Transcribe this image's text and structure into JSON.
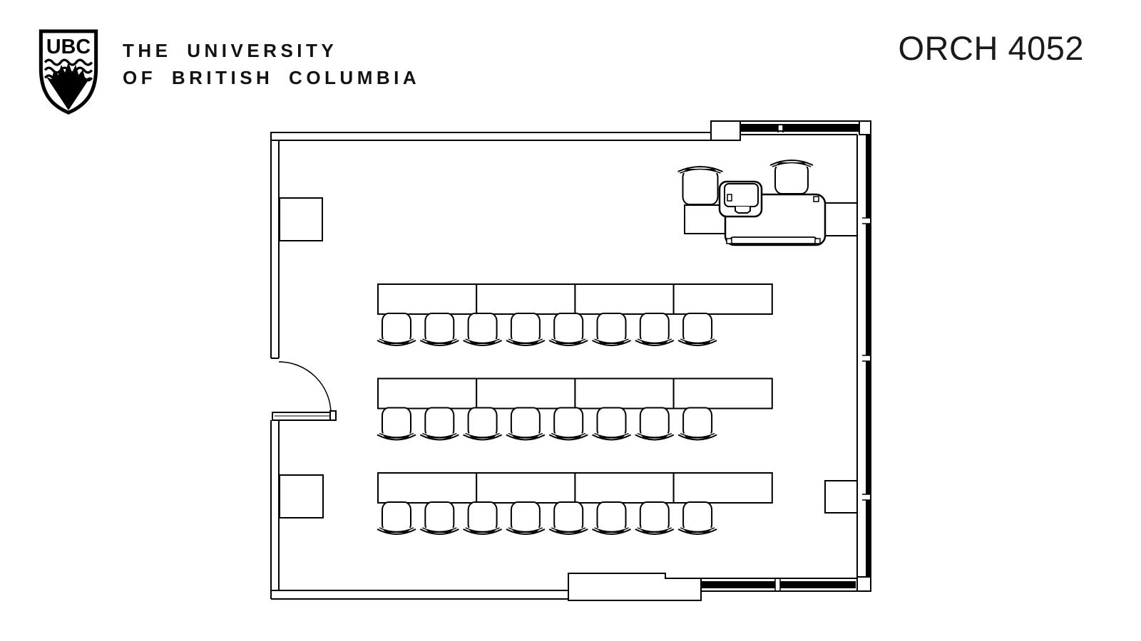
{
  "header": {
    "logo_acronym": "UBC",
    "wordmark_line1": "THE UNIVERSITY",
    "wordmark_line2": "OF BRITISH COLUMBIA",
    "room_title": "ORCH 4052"
  },
  "floor_plan": {
    "room_type": "classroom",
    "colors": {
      "line": "#000000",
      "background": "#ffffff"
    },
    "seating": {
      "rows": 3,
      "tables_per_row": 4,
      "chairs_per_table": 2,
      "total_student_seats": 24
    },
    "instructor_area": {
      "chairs": 2,
      "items": [
        "side-table",
        "lectern",
        "instructor-desk",
        "wall-counter"
      ]
    },
    "features": [
      "entry-door-left",
      "wall-cabinet-upper-left",
      "wall-cabinet-lower-left",
      "wall-cabinet-right",
      "window-wall-right",
      "window-band-top-right",
      "window-band-bottom-right",
      "vestibule-bottom"
    ]
  }
}
